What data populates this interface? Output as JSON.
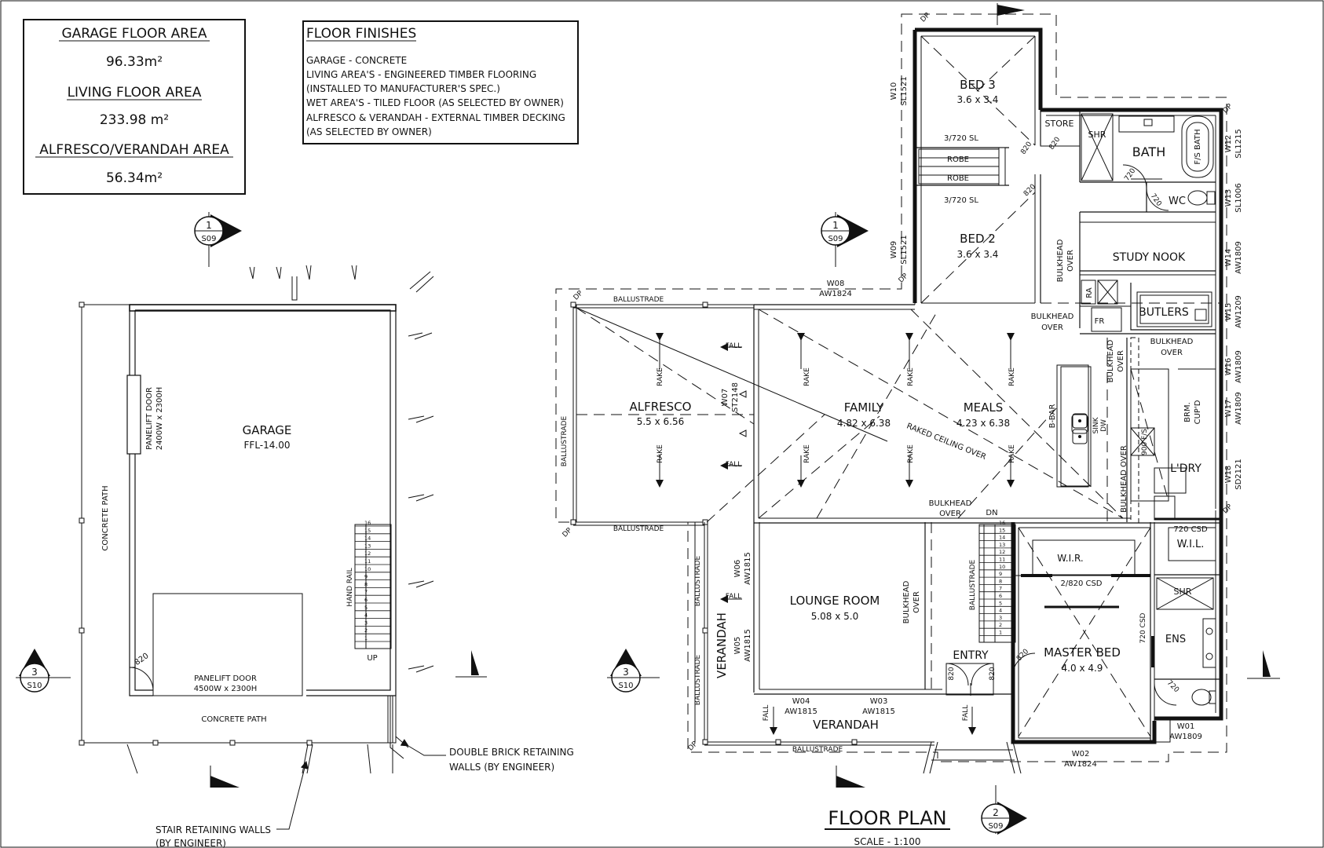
{
  "areas": {
    "garage_label": "GARAGE FLOOR AREA",
    "garage_value": "96.33m²",
    "living_label": "LIVING FLOOR AREA",
    "living_value": "233.98 m²",
    "alfresco_label": "ALFRESCO/VERANDAH AREA",
    "alfresco_value": "56.34m²"
  },
  "finishes": {
    "title": "FLOOR FINISHES",
    "lines": [
      "GARAGE - CONCRETE",
      "LIVING AREA'S - ENGINEERED TIMBER FLOORING",
      "(INSTALLED TO MANUFACTURER'S SPEC.)",
      "WET AREA'S - TILED FLOOR (AS SELECTED BY OWNER)",
      "ALFRESCO & VERANDAH - EXTERNAL TIMBER DECKING",
      "(AS SELECTED BY OWNER)"
    ]
  },
  "section_markers": {
    "s1a_num": "1",
    "s1a_ref": "S09",
    "s1b_num": "1",
    "s1b_ref": "S09",
    "s2_num": "2",
    "s2_ref": "S09",
    "s3a_num": "3",
    "s3a_ref": "S10",
    "s3b_num": "3",
    "s3b_ref": "S10"
  },
  "garage": {
    "name": "GARAGE",
    "ffl": "FFL-14.00",
    "panelift_side_1": "PANELIFT DOOR",
    "panelift_side_2": "2400W x 2300H",
    "panelift_front_1": "PANELIFT DOOR",
    "panelift_front_2": "4500W x 2300H",
    "concrete_path_side": "CONCRETE PATH",
    "concrete_path_front": "CONCRETE PATH",
    "hand_rail": "HAND RAIL",
    "up": "UP",
    "door_820": "820",
    "stair_numbers": [
      "16",
      "15",
      "14",
      "13",
      "12",
      "11",
      "10",
      "9",
      "8",
      "7",
      "6",
      "5",
      "4",
      "3",
      "2",
      "1"
    ]
  },
  "callouts": {
    "retaining_1": "DOUBLE BRICK RETAINING",
    "retaining_2": "WALLS (BY ENGINEER)",
    "stair_retaining_1": "STAIR RETAINING WALLS",
    "stair_retaining_2": "(BY ENGINEER)"
  },
  "rooms": {
    "bed3_name": "BED 3",
    "bed3_size": "3.6 x 3.4",
    "bed2_name": "BED 2",
    "bed2_size": "3.6 x 3.4",
    "robe_1": "ROBE",
    "robe_2": "ROBE",
    "robe_sl_1": "3/720 SL",
    "robe_sl_2": "3/720 SL",
    "store": "STORE",
    "shr": "SHR",
    "bath": "BATH",
    "fs_bath": "F/S BATH",
    "wc": "WC",
    "study_nook": "STUDY NOOK",
    "ra": "RA",
    "fr": "FR",
    "butlers": "BUTLERS",
    "alfresco_name": "ALFRESCO",
    "alfresco_size": "5.5 x 6.56",
    "family_name": "FAMILY",
    "family_size": "4.82 x 6.38",
    "meals_name": "MEALS",
    "meals_size": "4.23 x 6.38",
    "raked_ceiling": "RAKED CEILING OVER",
    "b_bar": "B-BAR",
    "sink": "SINK",
    "dw": "DW",
    "brm_1": "BRM.",
    "brm_2": "CUP'D",
    "ldry": "L'DRY",
    "fs_900": "900 F/S",
    "wil_1": "720 CSD",
    "wil_2": "W.I.L.",
    "lounge_name": "LOUNGE ROOM",
    "lounge_size": "5.08 x 5.0",
    "entry": "ENTRY",
    "wir": "W.I.R.",
    "wir_csd": "2/820 CSD",
    "master_name": "MASTER BED",
    "master_size": "4.0 x 4.9",
    "shr_ens": "SHR",
    "ens": "ENS",
    "csd_720": "720 CSD",
    "verandah_side": "VERANDAH",
    "verandah_front": "VERANDAH",
    "dn": "DN",
    "bulkhead_over": "BULKHEAD OVER",
    "bulkhead": "BULKHEAD",
    "over": "OVER",
    "ballustrade": "BALLUSTRADE",
    "rake": "RAKE",
    "fall": "FALL",
    "dp": "DP",
    "d820": "820",
    "d720": "720"
  },
  "windows": {
    "w08_1": "W08",
    "w08_2": "AW1824",
    "w10_1": "W10",
    "w10_2": "SL1521",
    "w09_1": "W09",
    "w09_2": "SL1521",
    "w12_1": "W12",
    "w12_2": "SL1215",
    "w13_1": "W13",
    "w13_2": "SL1006",
    "w14_1": "W14",
    "w14_2": "AW1809",
    "w15_1": "W15",
    "w15_2": "AW1209",
    "w16_1": "W16",
    "w16_2": "AW1809",
    "w17_1": "W17",
    "w17_2": "AW1809",
    "w18_1": "W18",
    "w18_2": "SD2121",
    "w07_1": "W07",
    "w07_2": "ST2148",
    "w06_1": "W06",
    "w06_2": "AW1815",
    "w05_1": "W05",
    "w05_2": "AW1815",
    "w04_1": "W04",
    "w04_2": "AW1815",
    "w03_1": "W03",
    "w03_2": "AW1815",
    "w02_1": "W02",
    "w02_2": "AW1824",
    "w01_1": "W01",
    "w01_2": "AW1809"
  },
  "title_block": {
    "title": "FLOOR PLAN",
    "scale": "SCALE - 1:100"
  }
}
